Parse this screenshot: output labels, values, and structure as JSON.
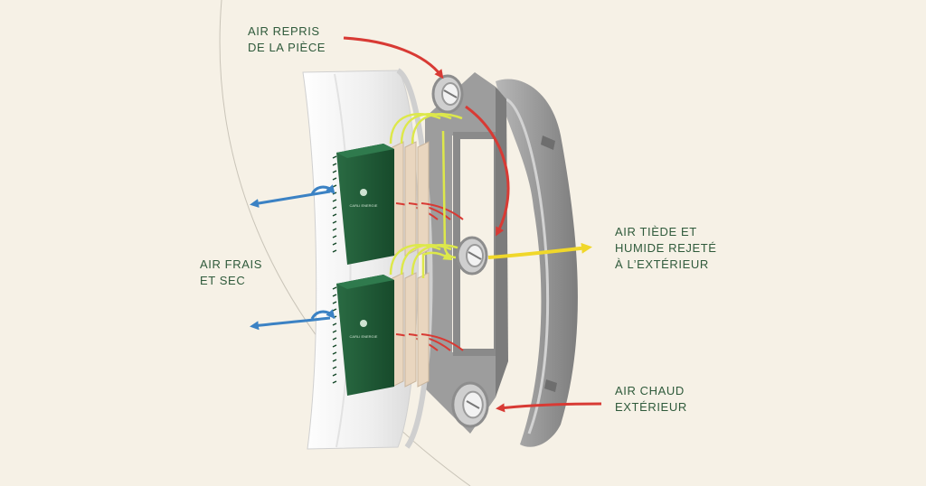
{
  "labels": {
    "return_air": [
      "AIR REPRIS",
      "DE LA PIÈCE"
    ],
    "fresh_air": [
      "AIR FRAIS",
      "ET SEC"
    ],
    "exhaust_air": [
      "AIR TIÈDE ET",
      "HUMIDE REJETÉ",
      "À L’EXTÉRIEUR"
    ],
    "outdoor_air": [
      "AIR CHAUD",
      "EXTÉRIEUR"
    ]
  },
  "module_brand": "CARLI ENERGIE",
  "colors": {
    "background": "#f6f1e6",
    "label_text": "#2f5a3b",
    "red_arrow": "#d83a34",
    "blue_arrow": "#3b82c4",
    "yellow_arrow": "#f0d72a",
    "pipe": "#dde84a",
    "module_green": "#1f5a36",
    "fin_beige": "#e9d6bf",
    "frame_gray": "#9a9a9a",
    "front_panel": "#f2f2f2"
  },
  "icons": [
    "fan-icon",
    "arrow-icon"
  ]
}
